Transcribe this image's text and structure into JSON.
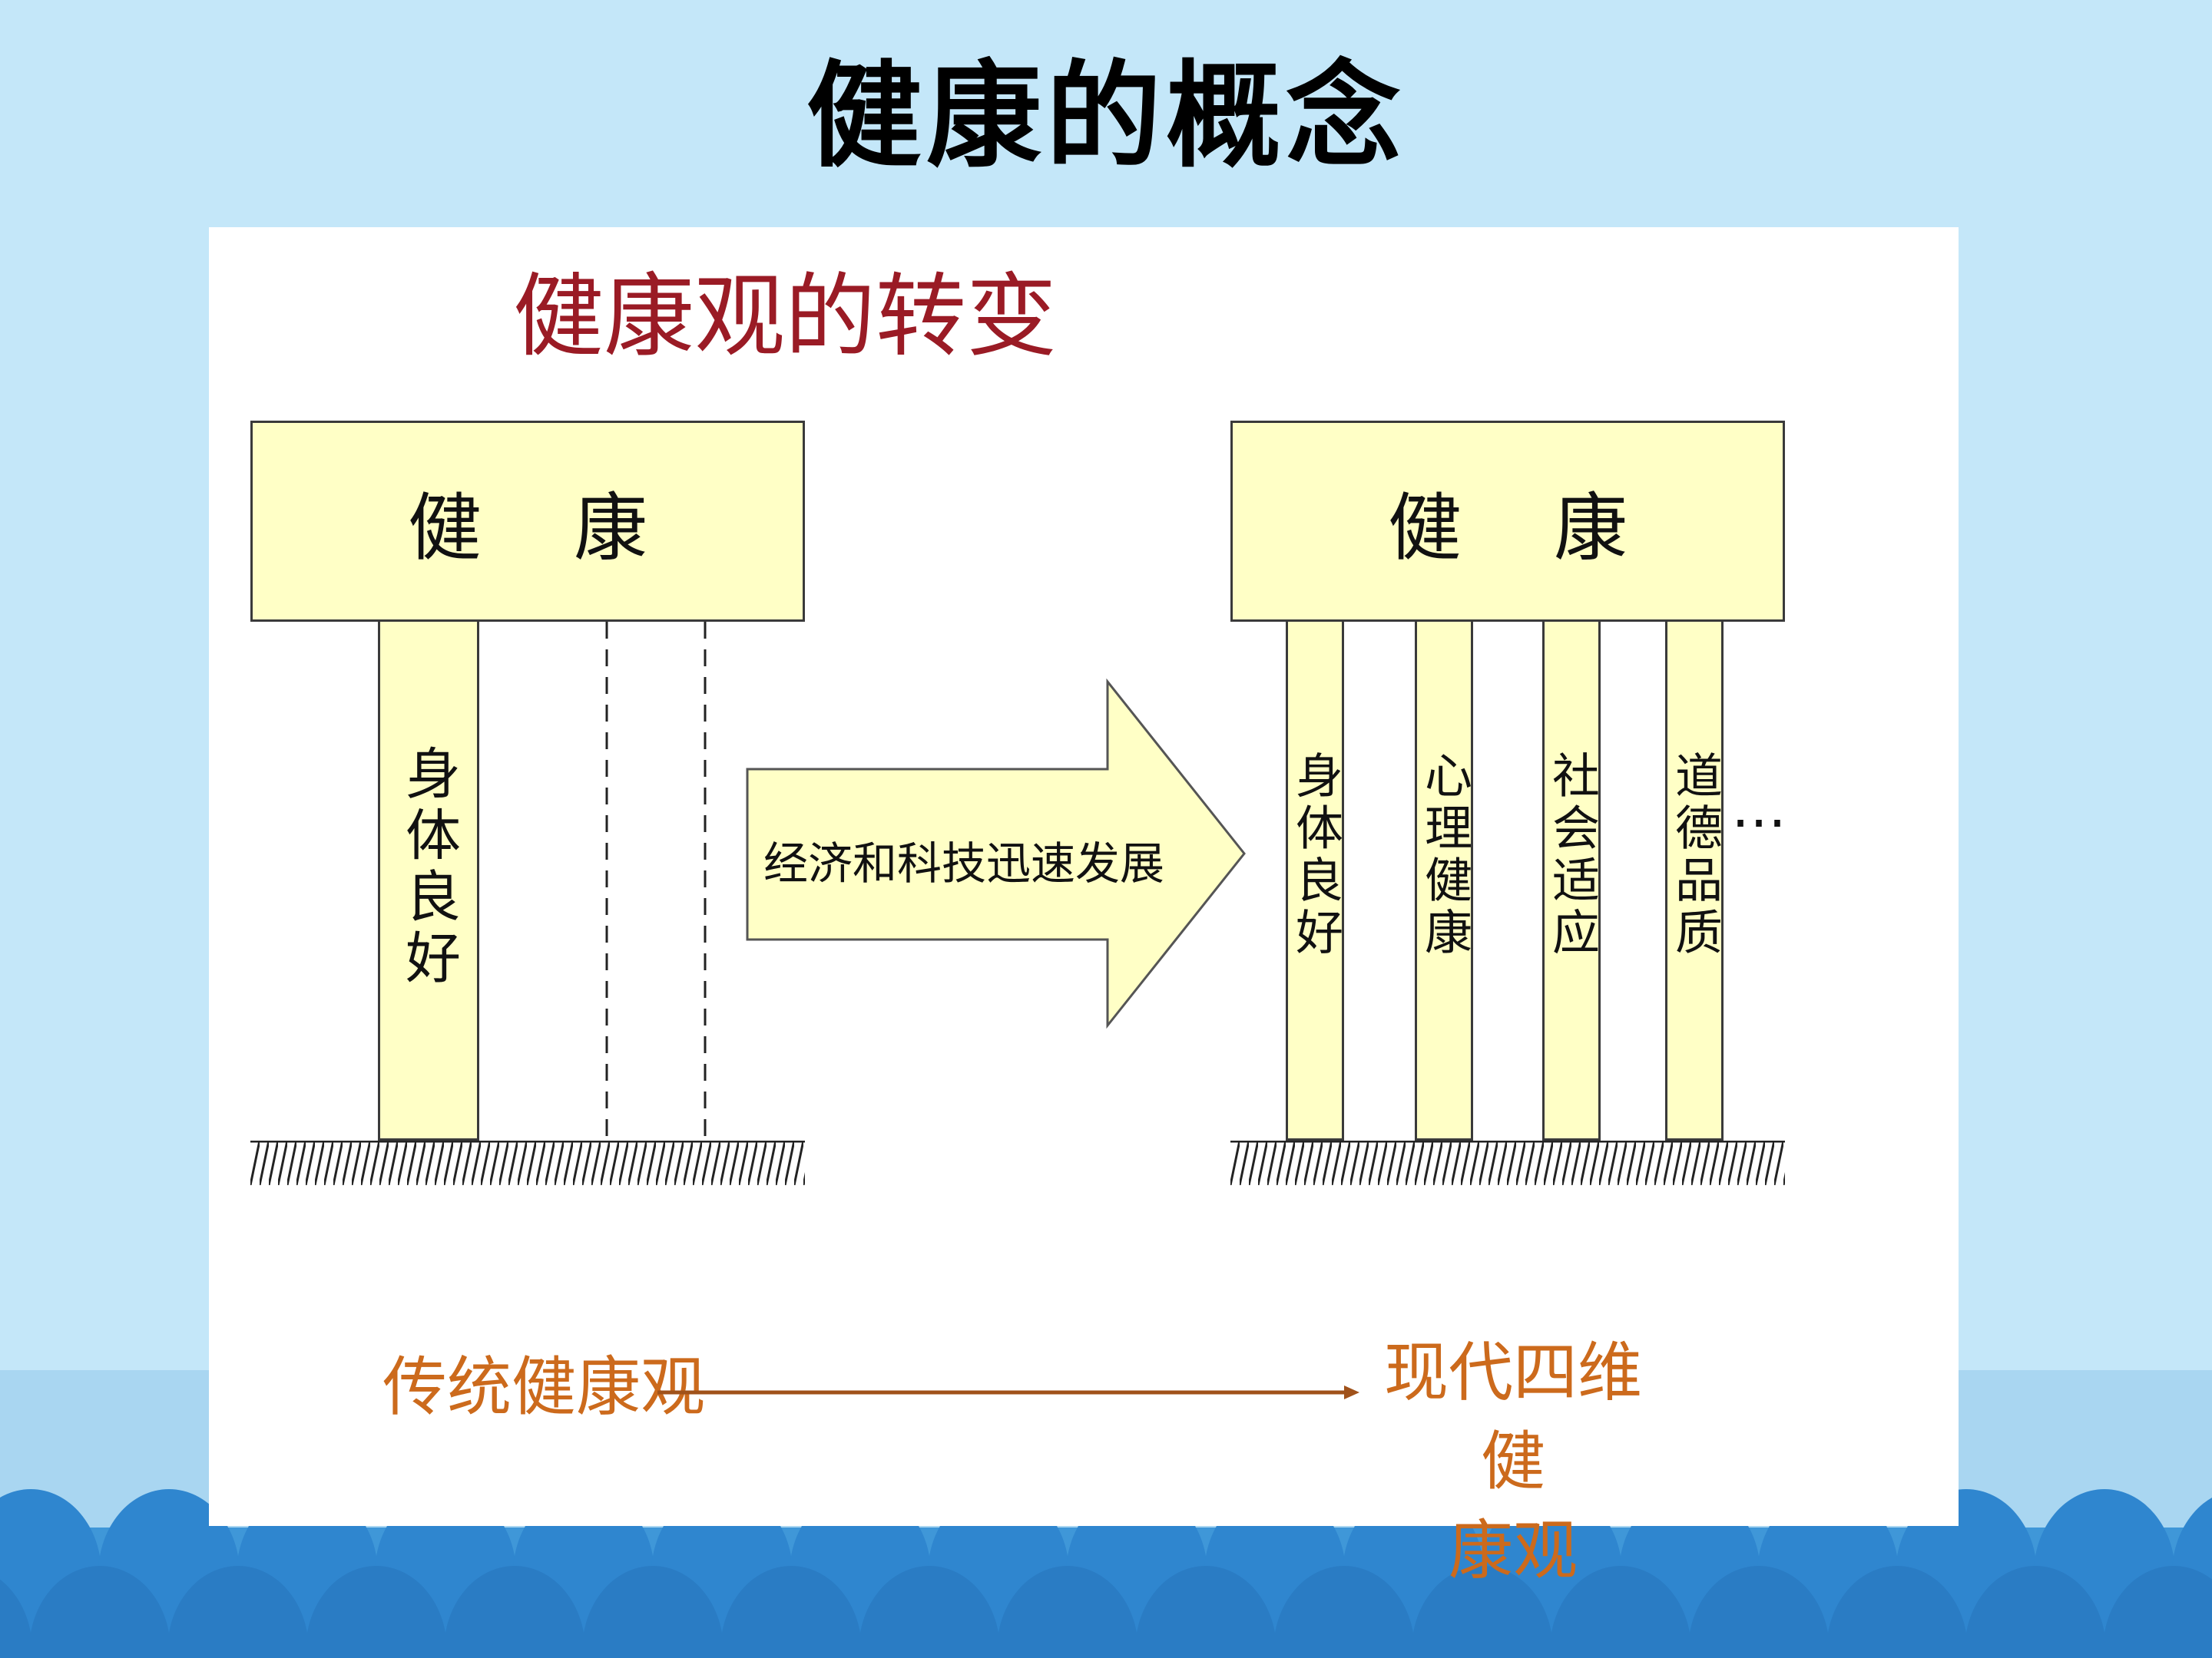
{
  "slide": {
    "title": "健康的概念"
  },
  "diagram": {
    "title": "健康观的转变",
    "roof_left": {
      "char1": "健",
      "char2": "康"
    },
    "roof_right": {
      "char1": "健",
      "char2": "康"
    },
    "left_pillar": "身体良好",
    "arrow_label": "经济和科技迅速发展",
    "right_pillars": [
      "身体良好",
      "心理健康",
      "社会适应",
      "道德品质"
    ],
    "ellipsis": "…",
    "traditional_label": "传统健康观",
    "modern_label_line1": "现代四维健",
    "modern_label_line2": "康观"
  },
  "colors": {
    "background": "#c4e7f9",
    "panel": "#ffffff",
    "fill_yellow": "#ffffc6",
    "title_red": "#9a1b25",
    "orange": "#cc6a1c",
    "wave_blue": "#2f86cf"
  }
}
